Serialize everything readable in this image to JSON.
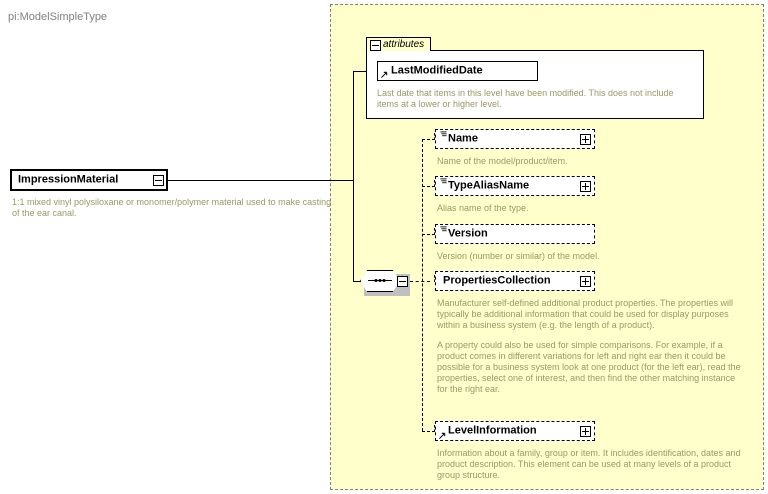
{
  "diagram": {
    "kind": "xsd-element-diagram",
    "colors": {
      "type_background": "#ffffcc",
      "node_background": "#ffffff",
      "border": "#000000",
      "container_border": "#808080",
      "description_text": "#999966",
      "shadow": "#c0c0c0"
    }
  },
  "root": {
    "name": "ImpressionMaterial",
    "expander": "minus",
    "description": "1:1 mixed vinyl polysiloxane or monomer/polymer material used to make casting of the ear canal."
  },
  "type_container": {
    "label": "pi:ModelSimpleType"
  },
  "attributes_group": {
    "label": "attributes",
    "expander": "minus",
    "items": [
      {
        "name": "LastModifiedDate",
        "icon": "attribute-arrow-icon",
        "description": "Last date that items in this level have been modified. This does not include items at a lower or higher level."
      }
    ]
  },
  "sequence": {
    "icon": "sequence-compositor-icon",
    "expander": "minus"
  },
  "children": [
    {
      "name": "Name",
      "icon": "element-icon",
      "expander": "plus",
      "optional": true,
      "description": "Name of the model/product/item."
    },
    {
      "name": "TypeAliasName",
      "icon": "element-icon",
      "expander": "plus",
      "optional": true,
      "description": "Alias name of the type."
    },
    {
      "name": "Version",
      "icon": "element-icon",
      "expander": "none",
      "optional": true,
      "description": "Version (number or similar) of the model."
    },
    {
      "name": "PropertiesCollection",
      "icon": "element-icon",
      "expander": "plus",
      "optional": true,
      "description_paragraphs": [
        "Manufacturer self-defined additional product properties.  The properties will typically be additional information that could be used for display purposes within a business system (e.g. the length of a product).",
        "A property could also be used for simple comparisons.  For example, if a product comes in different variations for left and right ear then it could be possible for a business system look at one product (for the left ear), read the properties, select one of interest, and then find the other matching instance for the right ear."
      ]
    },
    {
      "name": "LevelInformation",
      "icon": "element-ref-icon",
      "expander": "plus",
      "optional": true,
      "description": "Information about a family, group or item. It includes identification, dates and product description. This element can be used at many levels of a product group structure."
    }
  ]
}
